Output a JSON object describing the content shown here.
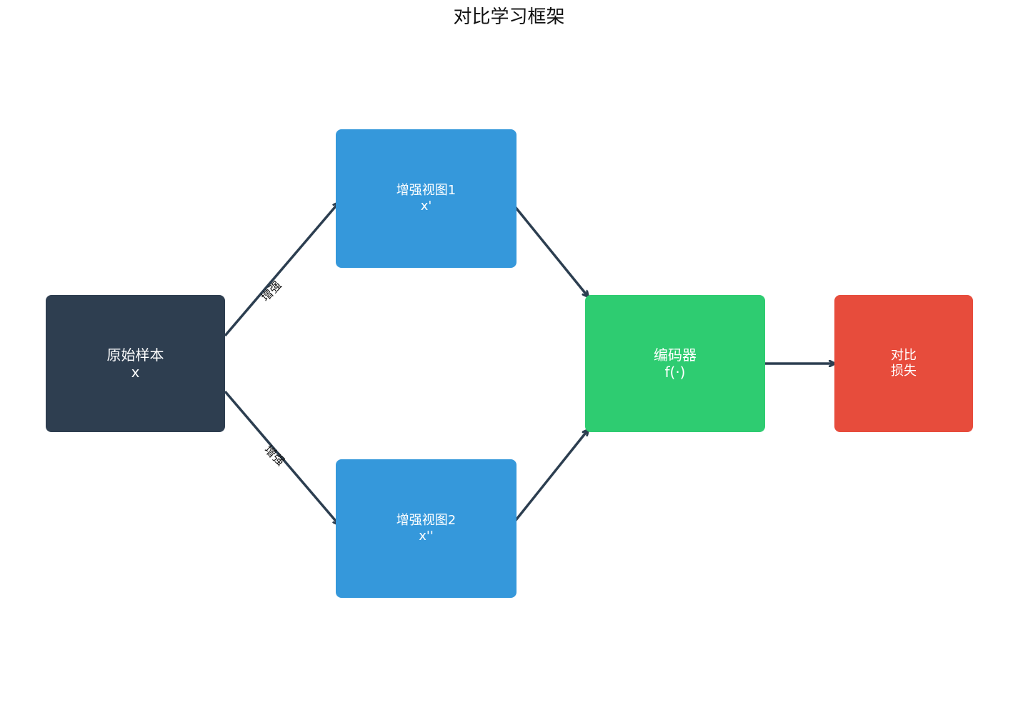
{
  "title": "对比学习框架",
  "colors": {
    "input": "#2e3e50",
    "views": "#3598db",
    "encoder": "#2ecc71",
    "loss": "#e74c3c",
    "edge": "#2c3e50"
  },
  "nodes": {
    "input": {
      "line1": "原始样本",
      "line2": "x"
    },
    "view1": {
      "line1": "增强视图1",
      "line2": "x'"
    },
    "view2": {
      "line1": "增强视图2",
      "line2": "x''"
    },
    "encoder": {
      "line1": "编码器",
      "line2": "f(·)"
    },
    "loss": {
      "line1": "对比",
      "line2": "损失"
    }
  },
  "edges": [
    {
      "from": "input",
      "to": "view1",
      "label": "增强"
    },
    {
      "from": "input",
      "to": "view2",
      "label": "增强"
    },
    {
      "from": "view1",
      "to": "encoder",
      "label": ""
    },
    {
      "from": "view2",
      "to": "encoder",
      "label": ""
    },
    {
      "from": "encoder",
      "to": "loss",
      "label": ""
    }
  ]
}
